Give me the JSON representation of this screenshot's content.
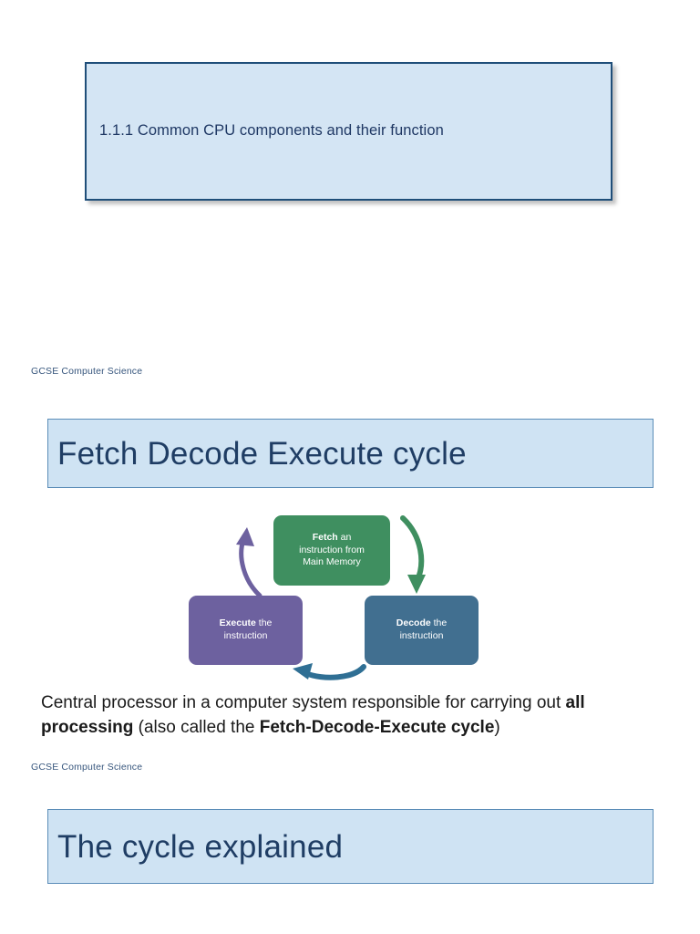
{
  "slide_title": {
    "text": "1.1.1 Common CPU components and their function"
  },
  "footers": {
    "first": "GCSE Computer Science",
    "second": "GCSE Computer Science"
  },
  "headings": {
    "fetch_decode_execute": "Fetch Decode Execute cycle",
    "cycle_explained": "The cycle explained"
  },
  "diagram": {
    "name": "fetch-decode-execute-cycle",
    "nodes": [
      {
        "id": "fetch",
        "bold_label": "Fetch",
        "line1_rest": " an",
        "line2": "instruction from",
        "line3": "Main Memory",
        "color": "#3f8f60"
      },
      {
        "id": "decode",
        "bold_label": "Decode",
        "line1_rest": " the",
        "line2": "instruction",
        "color": "#416f90"
      },
      {
        "id": "execute",
        "bold_label": "Execute",
        "line1_rest": " the",
        "line2": "instruction",
        "color": "#6d619f"
      }
    ],
    "arrows": [
      {
        "id": "fetch-to-decode",
        "color": "#3f8f60"
      },
      {
        "id": "decode-to-execute",
        "color": "#2f6f94"
      },
      {
        "id": "execute-to-fetch",
        "color": "#6d619f"
      }
    ]
  },
  "body": {
    "part1": "Central processor in a computer system responsible for carrying out ",
    "bold1": "all processing",
    "part2": " (also called the ",
    "bold2": "Fetch-Decode-Execute cycle",
    "part3": ")"
  },
  "colors": {
    "banner_bg": "#cfe3f3",
    "banner_border": "#5b8db8",
    "title_bg": "#d4e5f4",
    "title_border": "#1f4e79",
    "heading_text": "#1f3d64",
    "footer_text": "#37567d"
  }
}
